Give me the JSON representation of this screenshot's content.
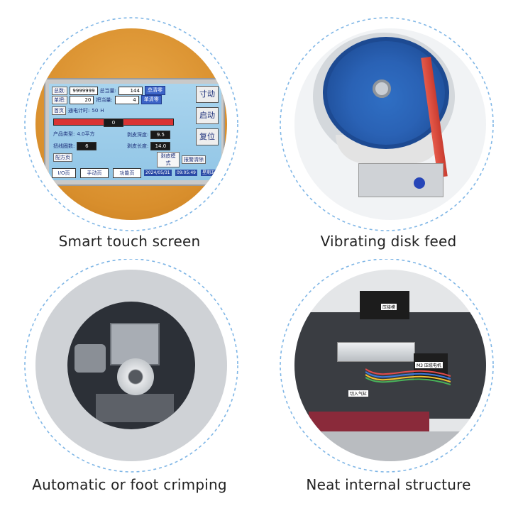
{
  "features": [
    {
      "caption": "Smart touch screen"
    },
    {
      "caption": "Vibrating disk feed"
    },
    {
      "caption": "Automatic or foot crimping"
    },
    {
      "caption": "Neat internal structure"
    }
  ],
  "touch_screen": {
    "total_label": "总数:",
    "total_value": "9999999",
    "total_current_label": "总当量:",
    "total_current_value": "144",
    "total_clear_button": "总清零",
    "single_label": "单把:",
    "single_value": "20",
    "single_current_label": "把当量:",
    "single_current_value": "4",
    "single_clear_button": "单清零",
    "home_tab": "首页",
    "timer_label": "通电计时:",
    "timer_value": "50",
    "timer_unit": "H",
    "counter_value": "0",
    "product_type_label": "产品类型:",
    "product_type_value": "4.0平方",
    "strip_depth_label": "剥皮深度:",
    "strip_depth_value": "9.5",
    "twist_label": "扭线圈数:",
    "twist_value": "6",
    "strip_length_label": "剥皮长度:",
    "strip_length_value": "14.0",
    "recipe_button": "配方页",
    "strip_mode_button": "剥皮模式",
    "alarm_clear_button": "报警清除",
    "io_button": "I/O页",
    "manual_button": "手动页",
    "function_button": "功能页",
    "date": "2024/05/31",
    "time": "09:05:49",
    "weekday": "星期五",
    "side_jog": "寸动",
    "side_start": "启动",
    "side_reset": "复位"
  },
  "internal_labels": {
    "tag_a": "压接模",
    "tag_b": "M3 压缆电机",
    "tag_c": "切入气缸"
  },
  "colors": {
    "ring": "#7fb6e6",
    "caption": "#222222"
  }
}
